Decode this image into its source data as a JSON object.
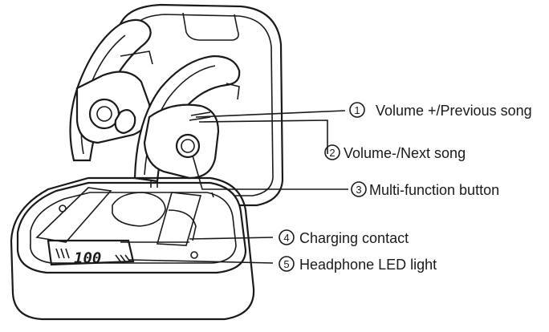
{
  "colors": {
    "ink": "#1a1a1a",
    "background": "#ffffff"
  },
  "display": {
    "digits": "100"
  },
  "callouts": [
    {
      "number": "1",
      "label": "Volume +/Previous song"
    },
    {
      "number": "2",
      "label": "Volume-/Next song"
    },
    {
      "number": "3",
      "label": "Multi-function button"
    },
    {
      "number": "4",
      "label": "Charging contact"
    },
    {
      "number": "5",
      "label": "Headphone LED light"
    }
  ]
}
